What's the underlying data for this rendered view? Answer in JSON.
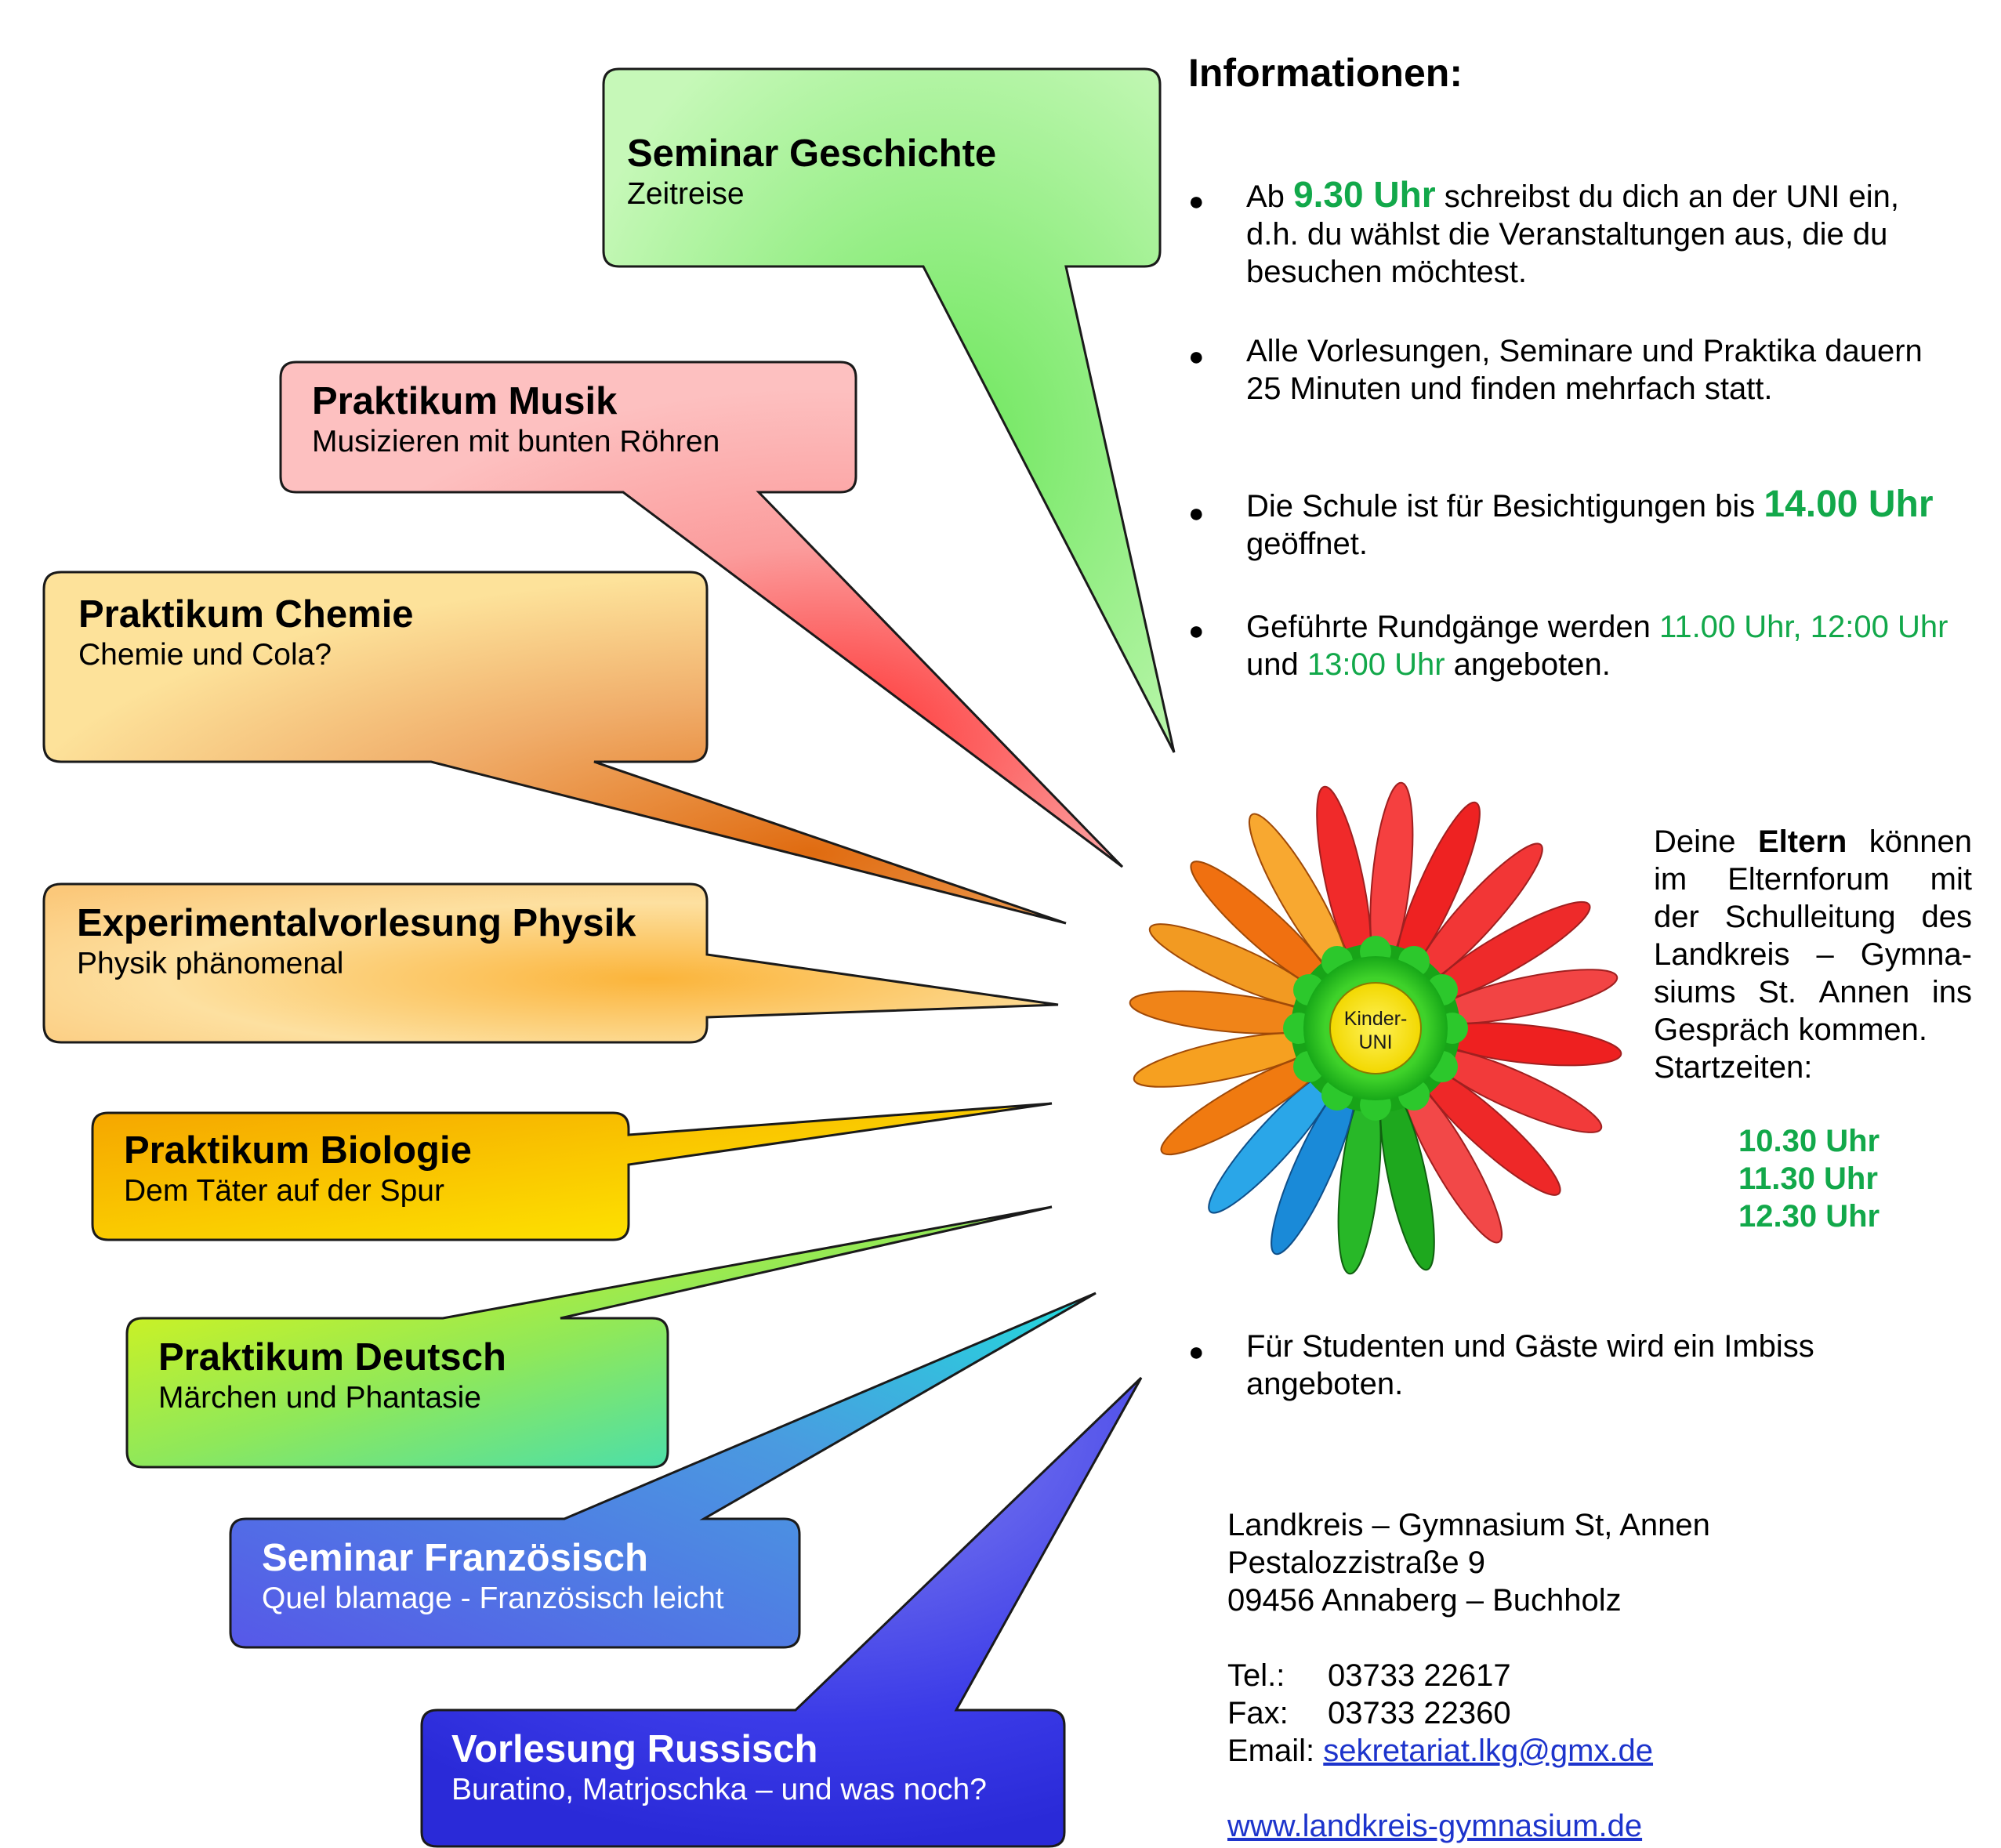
{
  "colors": {
    "geschichte": "#b7f7a8",
    "musik": "#fda7a7",
    "chemie": "#e9883a",
    "physik": "#fbc86c",
    "biologie": "#f9c000",
    "deutsch": "#22dcd4",
    "franzoesisch": "#4d78e4",
    "russisch": "#3a3ae8",
    "highlight_green": "#12a84a",
    "link": "#1d34cc",
    "flower_center": "#f6e400"
  },
  "bubbles": [
    {
      "title": "Seminar Geschichte",
      "subtitle": "Zeitreise"
    },
    {
      "title": "Praktikum Musik",
      "subtitle": "Musizieren mit bunten Röhren"
    },
    {
      "title": "Praktikum Chemie",
      "subtitle": "Chemie und Cola?"
    },
    {
      "title": "Experimentalvorlesung Physik",
      "subtitle": "Physik phänomenal"
    },
    {
      "title": "Praktikum Biologie",
      "subtitle": "Dem Täter auf der Spur"
    },
    {
      "title": "Praktikum Deutsch",
      "subtitle": "Märchen und Phantasie"
    },
    {
      "title": "Seminar Französisch",
      "subtitle": "Quel blamage - Französisch leicht"
    },
    {
      "title": "Vorlesung Russisch",
      "subtitle": "Buratino, Matrjoschka – und was noch?"
    }
  ],
  "info": {
    "heading": "Informationen:",
    "bullet_glyph": "●",
    "b1": {
      "pre": "Ab",
      "time": "9.30 Uhr",
      "post": "schreibst du dich an der UNI ein,",
      "line2": "d.h. du wählst die Veranstaltungen aus, die du",
      "line3": "besuchen möchtest."
    },
    "b2": {
      "line1": "Alle Vorlesungen, Seminare und Praktika dauern",
      "line2": "25 Minuten und finden mehrfach statt."
    },
    "b3": {
      "pre": "Die Schule ist für Besichtigungen bis",
      "time": "14.00 Uhr",
      "line2": "geöffnet."
    },
    "b4": {
      "pre": "Geführte Rundgänge werden",
      "times1": "11.00 Uhr, 12:00 Uhr",
      "and": "und",
      "times2": "13:00 Uhr",
      "post": "angeboten."
    },
    "b5": {
      "line1": "Für Studenten und Gäste wird ein Imbiss",
      "line2": "angeboten."
    }
  },
  "flower": {
    "line1": "Kinder-",
    "line2": "UNI"
  },
  "parents": {
    "l1a": "Deine",
    "l1b": "Eltern",
    "l1c": "können",
    "l2a": "im",
    "l2b": "Elternforum",
    "l2c": "mit",
    "l3a": "der",
    "l3b": "Schulleitung",
    "l3c": "des",
    "l4a": "Landkreis",
    "l4b": "–",
    "l4c": "Gymna-",
    "l5a": "siums",
    "l5b": "St.",
    "l5c": "Annen",
    "l5d": "ins",
    "l6": "Gespräch kommen.",
    "l7": "Startzeiten:",
    "times": [
      "10.30 Uhr",
      "11.30 Uhr",
      "12.30 Uhr"
    ]
  },
  "contact": {
    "name": "Landkreis – Gymnasium St, Annen",
    "street": "Pestalozzistraße 9",
    "city": "09456 Annaberg – Buchholz",
    "tel_label": "Tel.:",
    "tel": "03733 22617",
    "fax_label": "Fax:",
    "fax": "03733 22360",
    "email_label": "Email:",
    "email": "sekretariat.lkg@gmx.de",
    "web": "www.landkreis-gymnasium.de"
  }
}
